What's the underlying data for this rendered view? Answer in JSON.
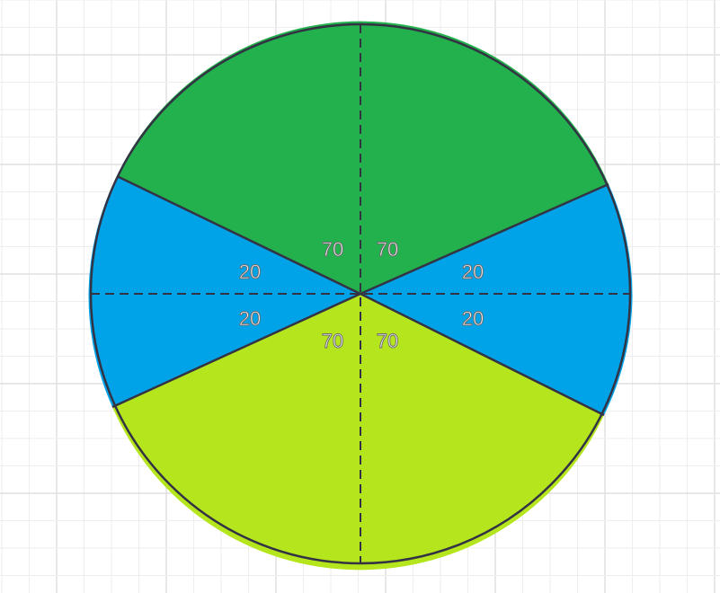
{
  "diagram": {
    "colors": {
      "background": "#ffffff",
      "grid_minor": "#eeeeee",
      "grid_major": "#e0e0e0",
      "outline": "#333344",
      "axis": "#333344",
      "label_fill": "#ffffff",
      "label_stroke": "#6b6b6b"
    },
    "sectors": [
      {
        "name": "top-sector",
        "color": "#23b14d"
      },
      {
        "name": "right-sector",
        "color": "#00a2e8"
      },
      {
        "name": "bottom-sector",
        "color": "#b5e61d"
      },
      {
        "name": "left-sector",
        "color": "#00a2e8"
      }
    ],
    "angle_labels": {
      "top_left": "70",
      "top_right": "70",
      "upper_left": "20",
      "upper_right": "20",
      "lower_left": "20",
      "lower_right": "20",
      "bottom_left": "70",
      "bottom_right": "70"
    }
  }
}
